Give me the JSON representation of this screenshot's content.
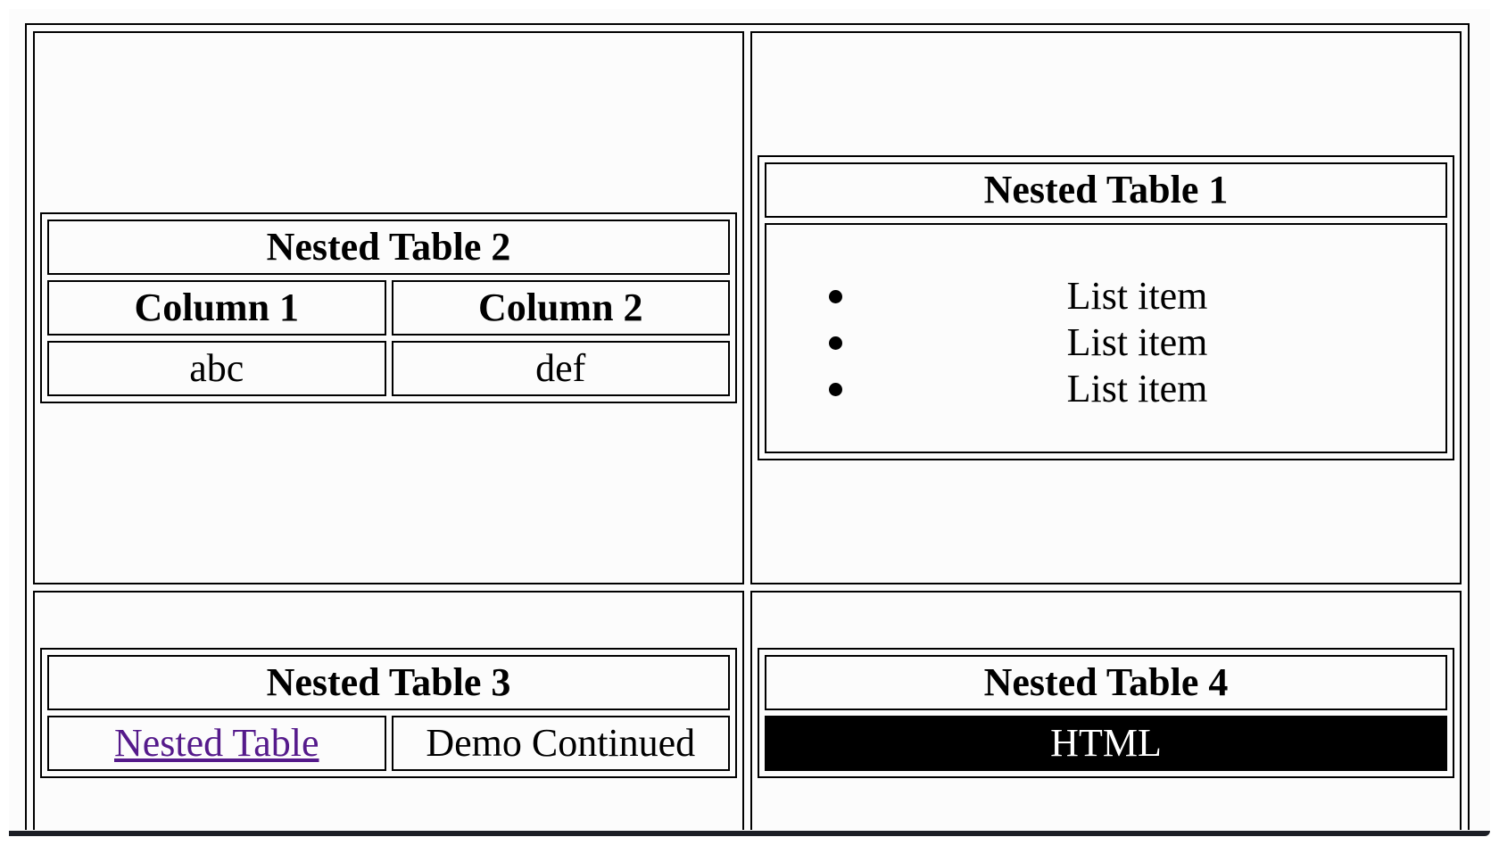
{
  "nested_table_2": {
    "title": "Nested Table 2",
    "headers": [
      "Column 1",
      "Column 2"
    ],
    "cells": [
      "abc",
      "def"
    ]
  },
  "nested_table_1": {
    "title": "Nested Table 1",
    "items": [
      "List item",
      "List item",
      "List item"
    ]
  },
  "nested_table_3": {
    "title": "Nested Table 3",
    "link_text": "Nested Table",
    "cell_text": "Demo Continued"
  },
  "nested_table_4": {
    "title": "Nested Table 4",
    "cell_text": "HTML",
    "cell_background": "#000000",
    "cell_color": "#ffffff"
  },
  "colors": {
    "page_background": "#fcfcfc",
    "border": "#000000",
    "link": "#551a8b"
  }
}
